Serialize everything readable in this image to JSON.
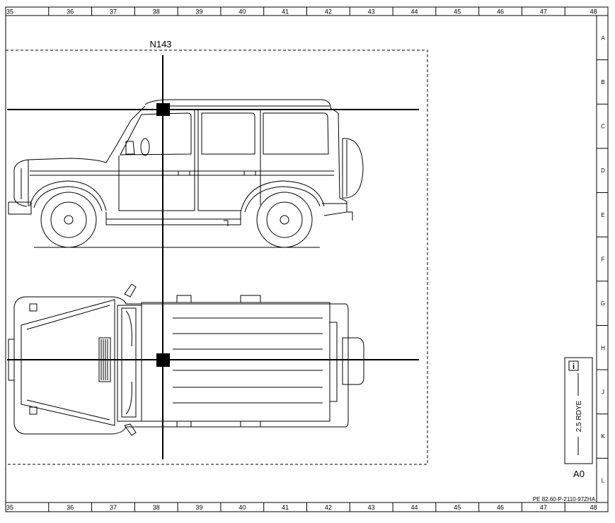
{
  "grid": {
    "columns": [
      "35",
      "36",
      "37",
      "38",
      "39",
      "40",
      "41",
      "42",
      "43",
      "44",
      "45",
      "46",
      "47",
      "48"
    ],
    "rows": [
      "A",
      "B",
      "C",
      "D",
      "E",
      "F",
      "G",
      "H",
      "J",
      "K",
      "L"
    ]
  },
  "component": {
    "name": "N143"
  },
  "wire_panel": {
    "info_icon_label": "i",
    "wire_code": "2,5 RDYE",
    "connector": "A0"
  },
  "document_code": "PE 82.60-P-2110-97ZHA",
  "colors": {
    "line": "#000000",
    "background": "#ffffff"
  }
}
